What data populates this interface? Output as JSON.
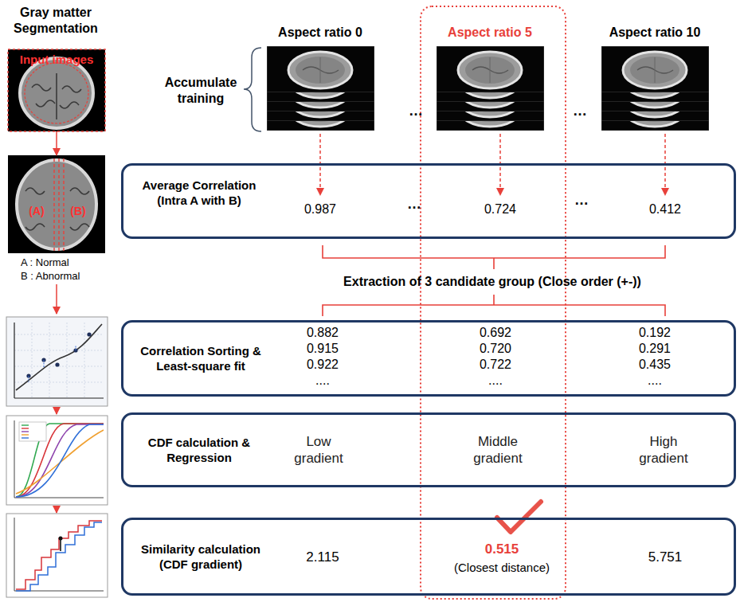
{
  "diagram": {
    "nodes": [
      {
        "text": [
          "Gray matter Segmentation",
          "Input images"
        ]
      },
      {
        "text": [
          "(A)",
          "(B)",
          "A : Normal",
          "B : Abnormal"
        ]
      },
      {
        "text": [
          "Average Correlation (Intra A with B)",
          "0.987",
          "…",
          "0.724",
          "…",
          "0.412"
        ]
      },
      {
        "text": [
          "Correlation Sorting & Least-square fit",
          "0.882 0.915 0.922 ....",
          "0.692 0.720 0.722 ....",
          "0.192 0.291 0.435 ...."
        ]
      },
      {
        "text": [
          "CDF calculation & Regression",
          "Low gradient",
          "Middle gradient",
          "High gradient"
        ]
      },
      {
        "text": [
          "Similarity calculation (CDF gradient)",
          "2.115",
          "0.515",
          "(Closest distance)",
          "5.751"
        ]
      }
    ],
    "edges": [
      {
        "from": 0,
        "to": 1,
        "arrow": "to"
      }
    ],
    "labels": [
      "Aspect ratio 0",
      "Aspect ratio 5",
      "Aspect ratio 10",
      "Accumulate training",
      "…",
      "…",
      "Extraction of 3 candidate group (Close order (+-))"
    ]
  }
}
